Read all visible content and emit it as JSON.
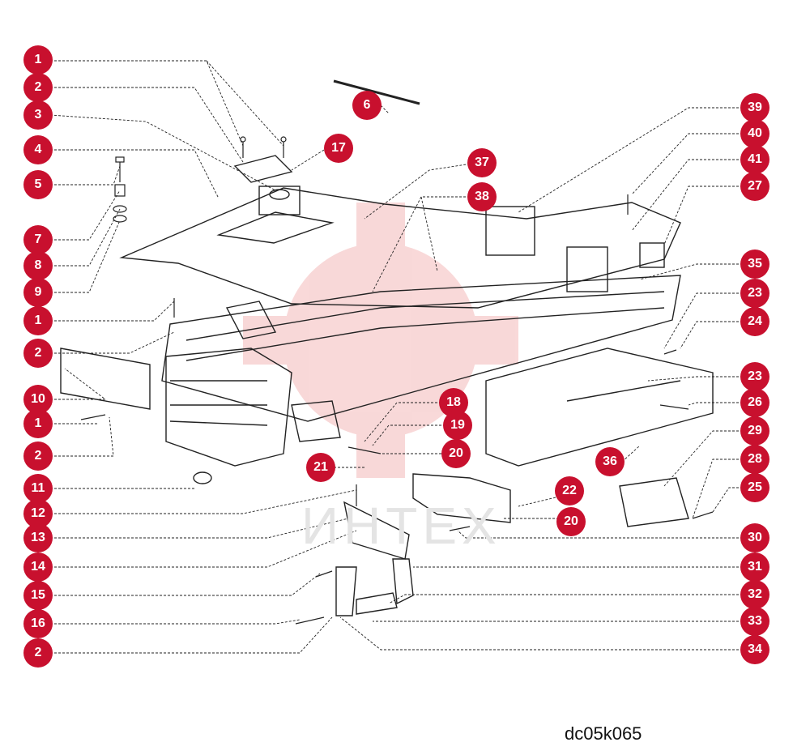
{
  "drawing_code": "dc05k065",
  "watermark_text": "ИНТЕХ",
  "colors": {
    "callout": "#c8102e",
    "line": "#222222",
    "watermark": "#f5c8c8"
  },
  "callouts": [
    "1",
    "2",
    "3",
    "4",
    "5",
    "7",
    "8",
    "9",
    "1",
    "2",
    "10",
    "1",
    "2",
    "11",
    "12",
    "13",
    "14",
    "15",
    "16",
    "2",
    "6",
    "17",
    "37",
    "38",
    "18",
    "19",
    "20",
    "21",
    "22",
    "20",
    "39",
    "40",
    "41",
    "27",
    "35",
    "23",
    "24",
    "23",
    "26",
    "36",
    "29",
    "28",
    "25",
    "30",
    "31",
    "32",
    "33",
    "34"
  ]
}
